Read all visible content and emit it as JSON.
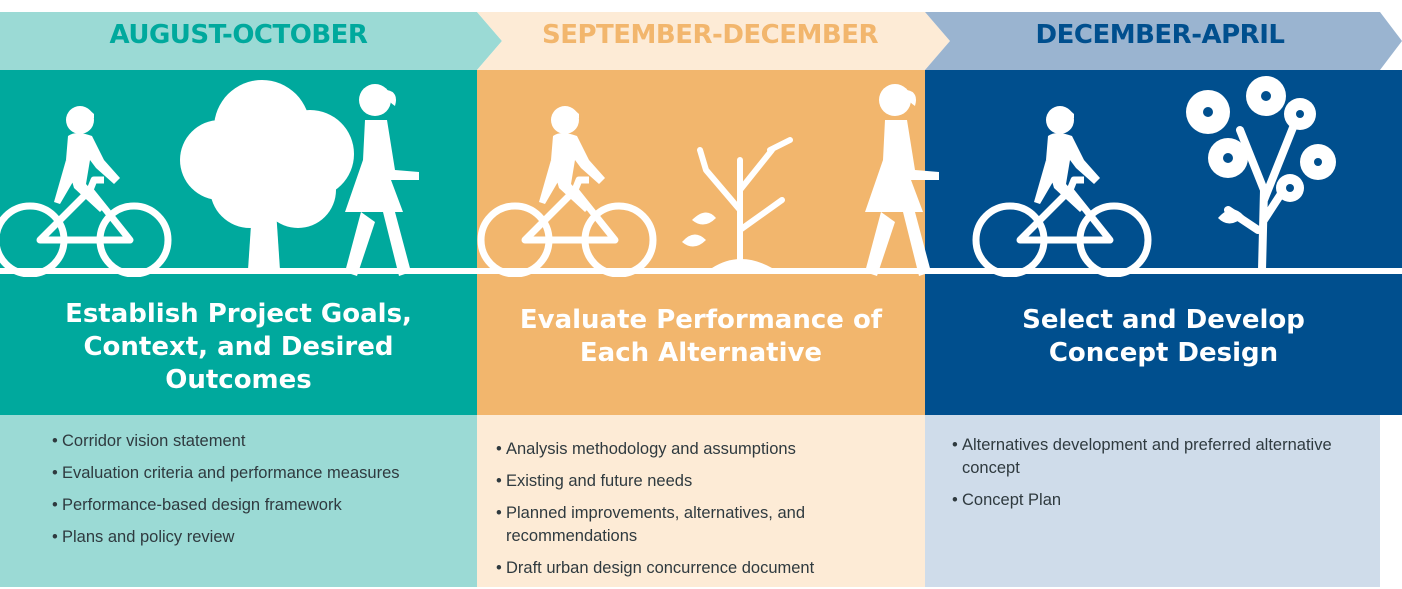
{
  "colors": {
    "teal": "#00a99d",
    "teal_light": "#9bdad5",
    "orange": "#f2b66d",
    "orange_light": "#fdebd6",
    "navy": "#004f8e",
    "blue_light": "#9ab4d0",
    "blue_pale": "#cfdcea",
    "white": "#ffffff"
  },
  "phases": [
    {
      "dates": "AUGUST-OCTOBER",
      "title_lines": [
        "Establish Project Goals,",
        "Context, and Desired",
        "Outcomes"
      ],
      "tree_icon": "full-tree-icon",
      "bullets": [
        "Corridor vision statement",
        "Evaluation criteria and performance measures",
        "Performance-based design framework",
        "Plans and policy review"
      ]
    },
    {
      "dates": "SEPTEMBER-DECEMBER",
      "title_lines": [
        "Evaluate Performance of",
        "Each Alternative"
      ],
      "tree_icon": "sapling-icon",
      "bullets": [
        "Analysis methodology and assumptions",
        "Existing and future needs",
        "Planned improvements, alternatives, and recommendations",
        "Draft urban design concurrence document"
      ]
    },
    {
      "dates": "DECEMBER-APRIL",
      "title_lines": [
        "Select and Develop",
        "Concept Design"
      ],
      "tree_icon": "blossom-tree-icon",
      "bullets": [
        "Alternatives development and preferred alternative concept",
        "Concept Plan"
      ]
    }
  ]
}
